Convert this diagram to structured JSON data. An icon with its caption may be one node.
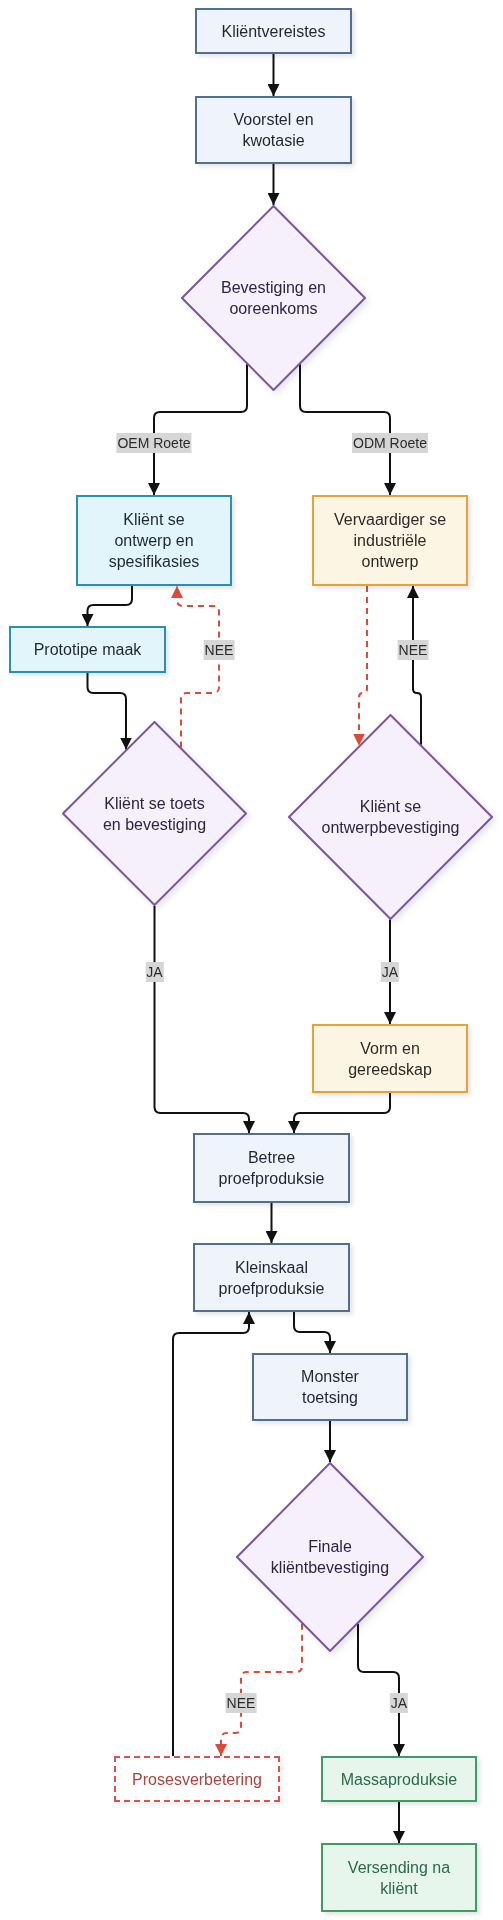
{
  "diagram": {
    "nodes": [
      {
        "text": [
          "Kliëntvereistes"
        ]
      },
      {
        "text": [
          "Voorstel en kwotasie"
        ]
      },
      {
        "text": [
          "Bevestiging en ooreenkoms"
        ]
      },
      {
        "text": [
          "Kliënt se ontwerp en spesifikasies"
        ]
      },
      {
        "text": [
          "Vervaardiger se industriële ontwerp"
        ]
      },
      {
        "text": [
          "Prototipe maak"
        ]
      },
      {
        "text": [
          "Kliënt se toets en bevestiging"
        ]
      },
      {
        "text": [
          "Kliënt se ontwerpbevestiging"
        ]
      },
      {
        "text": [
          "Vorm en gereedskap"
        ]
      },
      {
        "text": [
          "Betree proefproduksie"
        ]
      },
      {
        "text": [
          "Kleinskaal proefproduksie"
        ]
      },
      {
        "text": [
          "Monster toetsing"
        ]
      },
      {
        "text": [
          "Finale kliëntbevestiging"
        ]
      },
      {
        "text": [
          "Prosesverbetering"
        ]
      },
      {
        "text": [
          "Massaproduksie"
        ]
      },
      {
        "text": [
          "Versending na kliënt"
        ]
      }
    ],
    "edges": [
      {
        "from": 0,
        "to": 1,
        "arrow": "to"
      },
      {
        "from": 1,
        "to": 2,
        "arrow": "to"
      },
      {
        "from": 2,
        "to": 3,
        "arrow": "to",
        "label": "OEM Roete"
      },
      {
        "from": 2,
        "to": 4,
        "arrow": "to",
        "label": "ODM Roete"
      },
      {
        "from": 3,
        "to": 5,
        "arrow": "to"
      },
      {
        "from": 5,
        "to": 6,
        "arrow": "to"
      },
      {
        "from": 6,
        "to": 3,
        "arrow": "to",
        "label": "NEE",
        "style": "dashed",
        "color": "#dc4b3a"
      },
      {
        "from": 4,
        "to": 7,
        "arrow": "to",
        "style": "dashed",
        "color": "#dc4b3a"
      },
      {
        "from": 7,
        "to": 4,
        "arrow": "to",
        "label": "NEE"
      },
      {
        "from": 6,
        "to": 9,
        "arrow": "to",
        "label": "JA"
      },
      {
        "from": 7,
        "to": 8,
        "arrow": "to",
        "label": "JA"
      },
      {
        "from": 8,
        "to": 9,
        "arrow": "to"
      },
      {
        "from": 9,
        "to": 10,
        "arrow": "to"
      },
      {
        "from": 10,
        "to": 11,
        "arrow": "to"
      },
      {
        "from": 11,
        "to": 12,
        "arrow": "to"
      },
      {
        "from": 12,
        "to": 13,
        "arrow": "to",
        "label": "NEE",
        "style": "dashed",
        "color": "#dc4b3a"
      },
      {
        "from": 12,
        "to": 14,
        "arrow": "to",
        "label": "JA"
      },
      {
        "from": 13,
        "to": 10,
        "arrow": "to"
      },
      {
        "from": 14,
        "to": 15,
        "arrow": "to"
      }
    ]
  }
}
